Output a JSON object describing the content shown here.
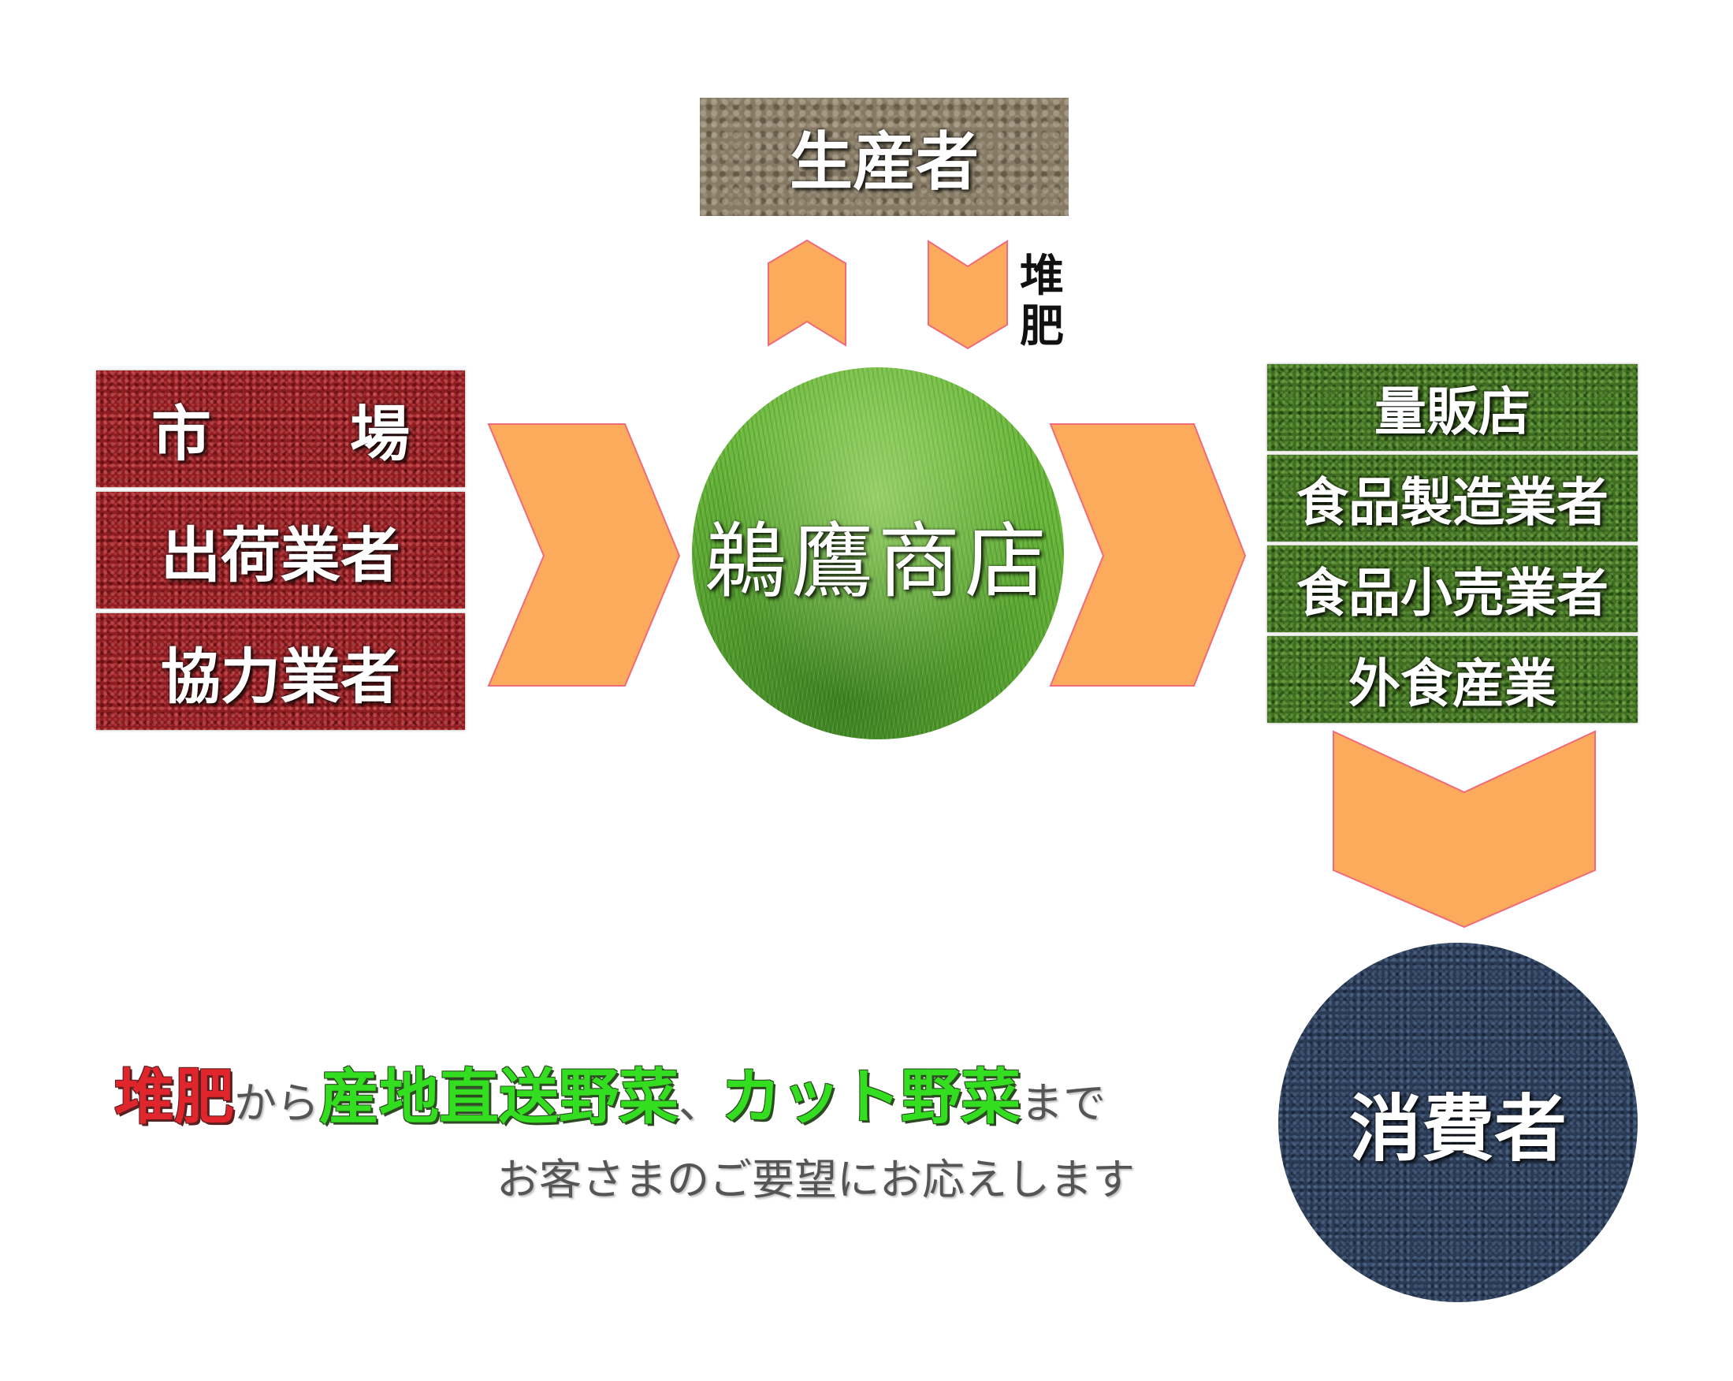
{
  "producer": {
    "label": "生産者"
  },
  "compost_label": [
    "堆",
    "肥"
  ],
  "suppliers": [
    {
      "label_left": "市",
      "label_right": "場"
    },
    {
      "label": "出荷業者"
    },
    {
      "label": "協力業者"
    }
  ],
  "center": {
    "label": "鵜鷹商店"
  },
  "customers": [
    {
      "label": "量販店"
    },
    {
      "label": "食品製造業者"
    },
    {
      "label": "食品小売業者"
    },
    {
      "label": "外食産業"
    }
  ],
  "consumer": {
    "label": "消費者"
  },
  "tagline": {
    "line1": {
      "part1": "堆肥",
      "part2": "から",
      "part3": "産地直送野菜",
      "part4": "、",
      "part5": "カット野菜",
      "part6": "まで"
    },
    "line2": "お客さまのご要望にお応えします"
  },
  "colors": {
    "arrow_fill": "#fcaa5c",
    "arrow_stroke": "#f06a7a",
    "supplier_box": "#8e1d22",
    "customer_box": "#3f6e22",
    "producer_box": "#867a64",
    "center_circle": "#6ab83c",
    "consumer_circle": "#2a3a55",
    "tagline_red": "#e0262c",
    "tagline_green": "#33dd1f"
  }
}
